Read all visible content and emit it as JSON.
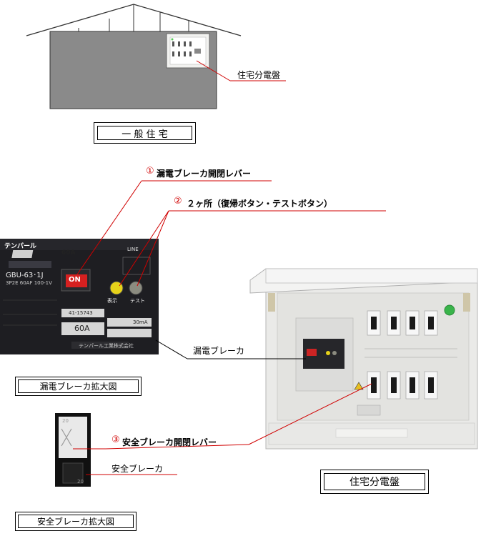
{
  "house": {
    "title": "一 般 住 宅",
    "panel_label": "住宅分電盤"
  },
  "callouts": {
    "c1_num": "①",
    "c1_text": "漏電ブレーカ開閉レバー",
    "c2_num": "②",
    "c2_text": " ２ヶ所（復帰ボタン・テストボタン）",
    "c3_num": "③",
    "c3_text": "安全ブレーカ開閉レバー",
    "elcb": "漏電ブレーカ",
    "safety": "安全ブレーカ"
  },
  "captions": {
    "elcb_zoom": "漏電ブレーカ拡大図",
    "safety_zoom": "安全ブレーカ拡大図",
    "panel": "住宅分電盤"
  },
  "breaker_photo": {
    "brand": "テンパール",
    "amp_badge": "60A",
    "model": "GBU-63･1J",
    "spec": "3P2E 60AF 100-1V",
    "on_label": "ON",
    "display_label": "表示",
    "test_label": "テスト",
    "line_label": "LINE",
    "serial": "41-15743",
    "rated_current": "60A",
    "sensitivity": "30mA",
    "maker": "テンパール工業株式会社"
  },
  "safety_photo": {
    "top_num": "20",
    "bottom_num": "20"
  },
  "colors": {
    "accent_red": "#d00000",
    "wall_gray": "#8a8a8a",
    "panel_body": "#ecece9",
    "photo_dark": "#1e1e22"
  }
}
